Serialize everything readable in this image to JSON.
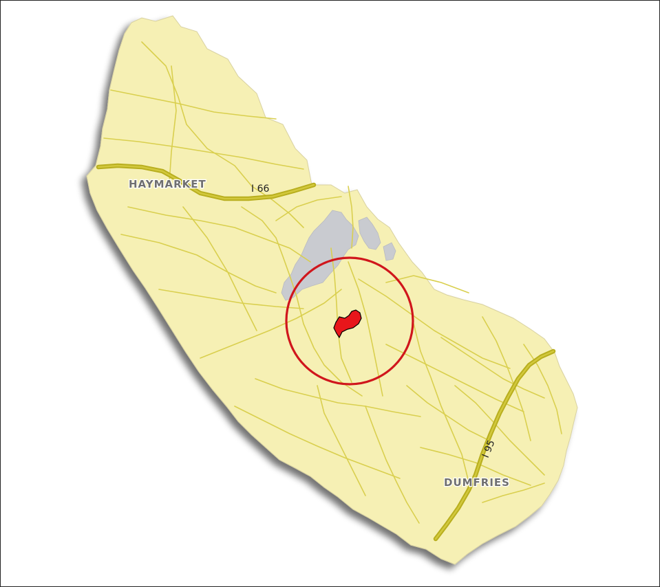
{
  "map": {
    "places": {
      "haymarket": "HAYMARKET",
      "dumfries": "DUMFRIES"
    },
    "highways": {
      "i66": "I 66",
      "i95": "I 95"
    },
    "colors": {
      "county_fill": "#f6f0b4",
      "road": "#d9cf4e",
      "highway": "#b8ae1e",
      "urban_area": "#c9cbd0",
      "site": "#e8161b",
      "circle": "#d0161c"
    }
  }
}
